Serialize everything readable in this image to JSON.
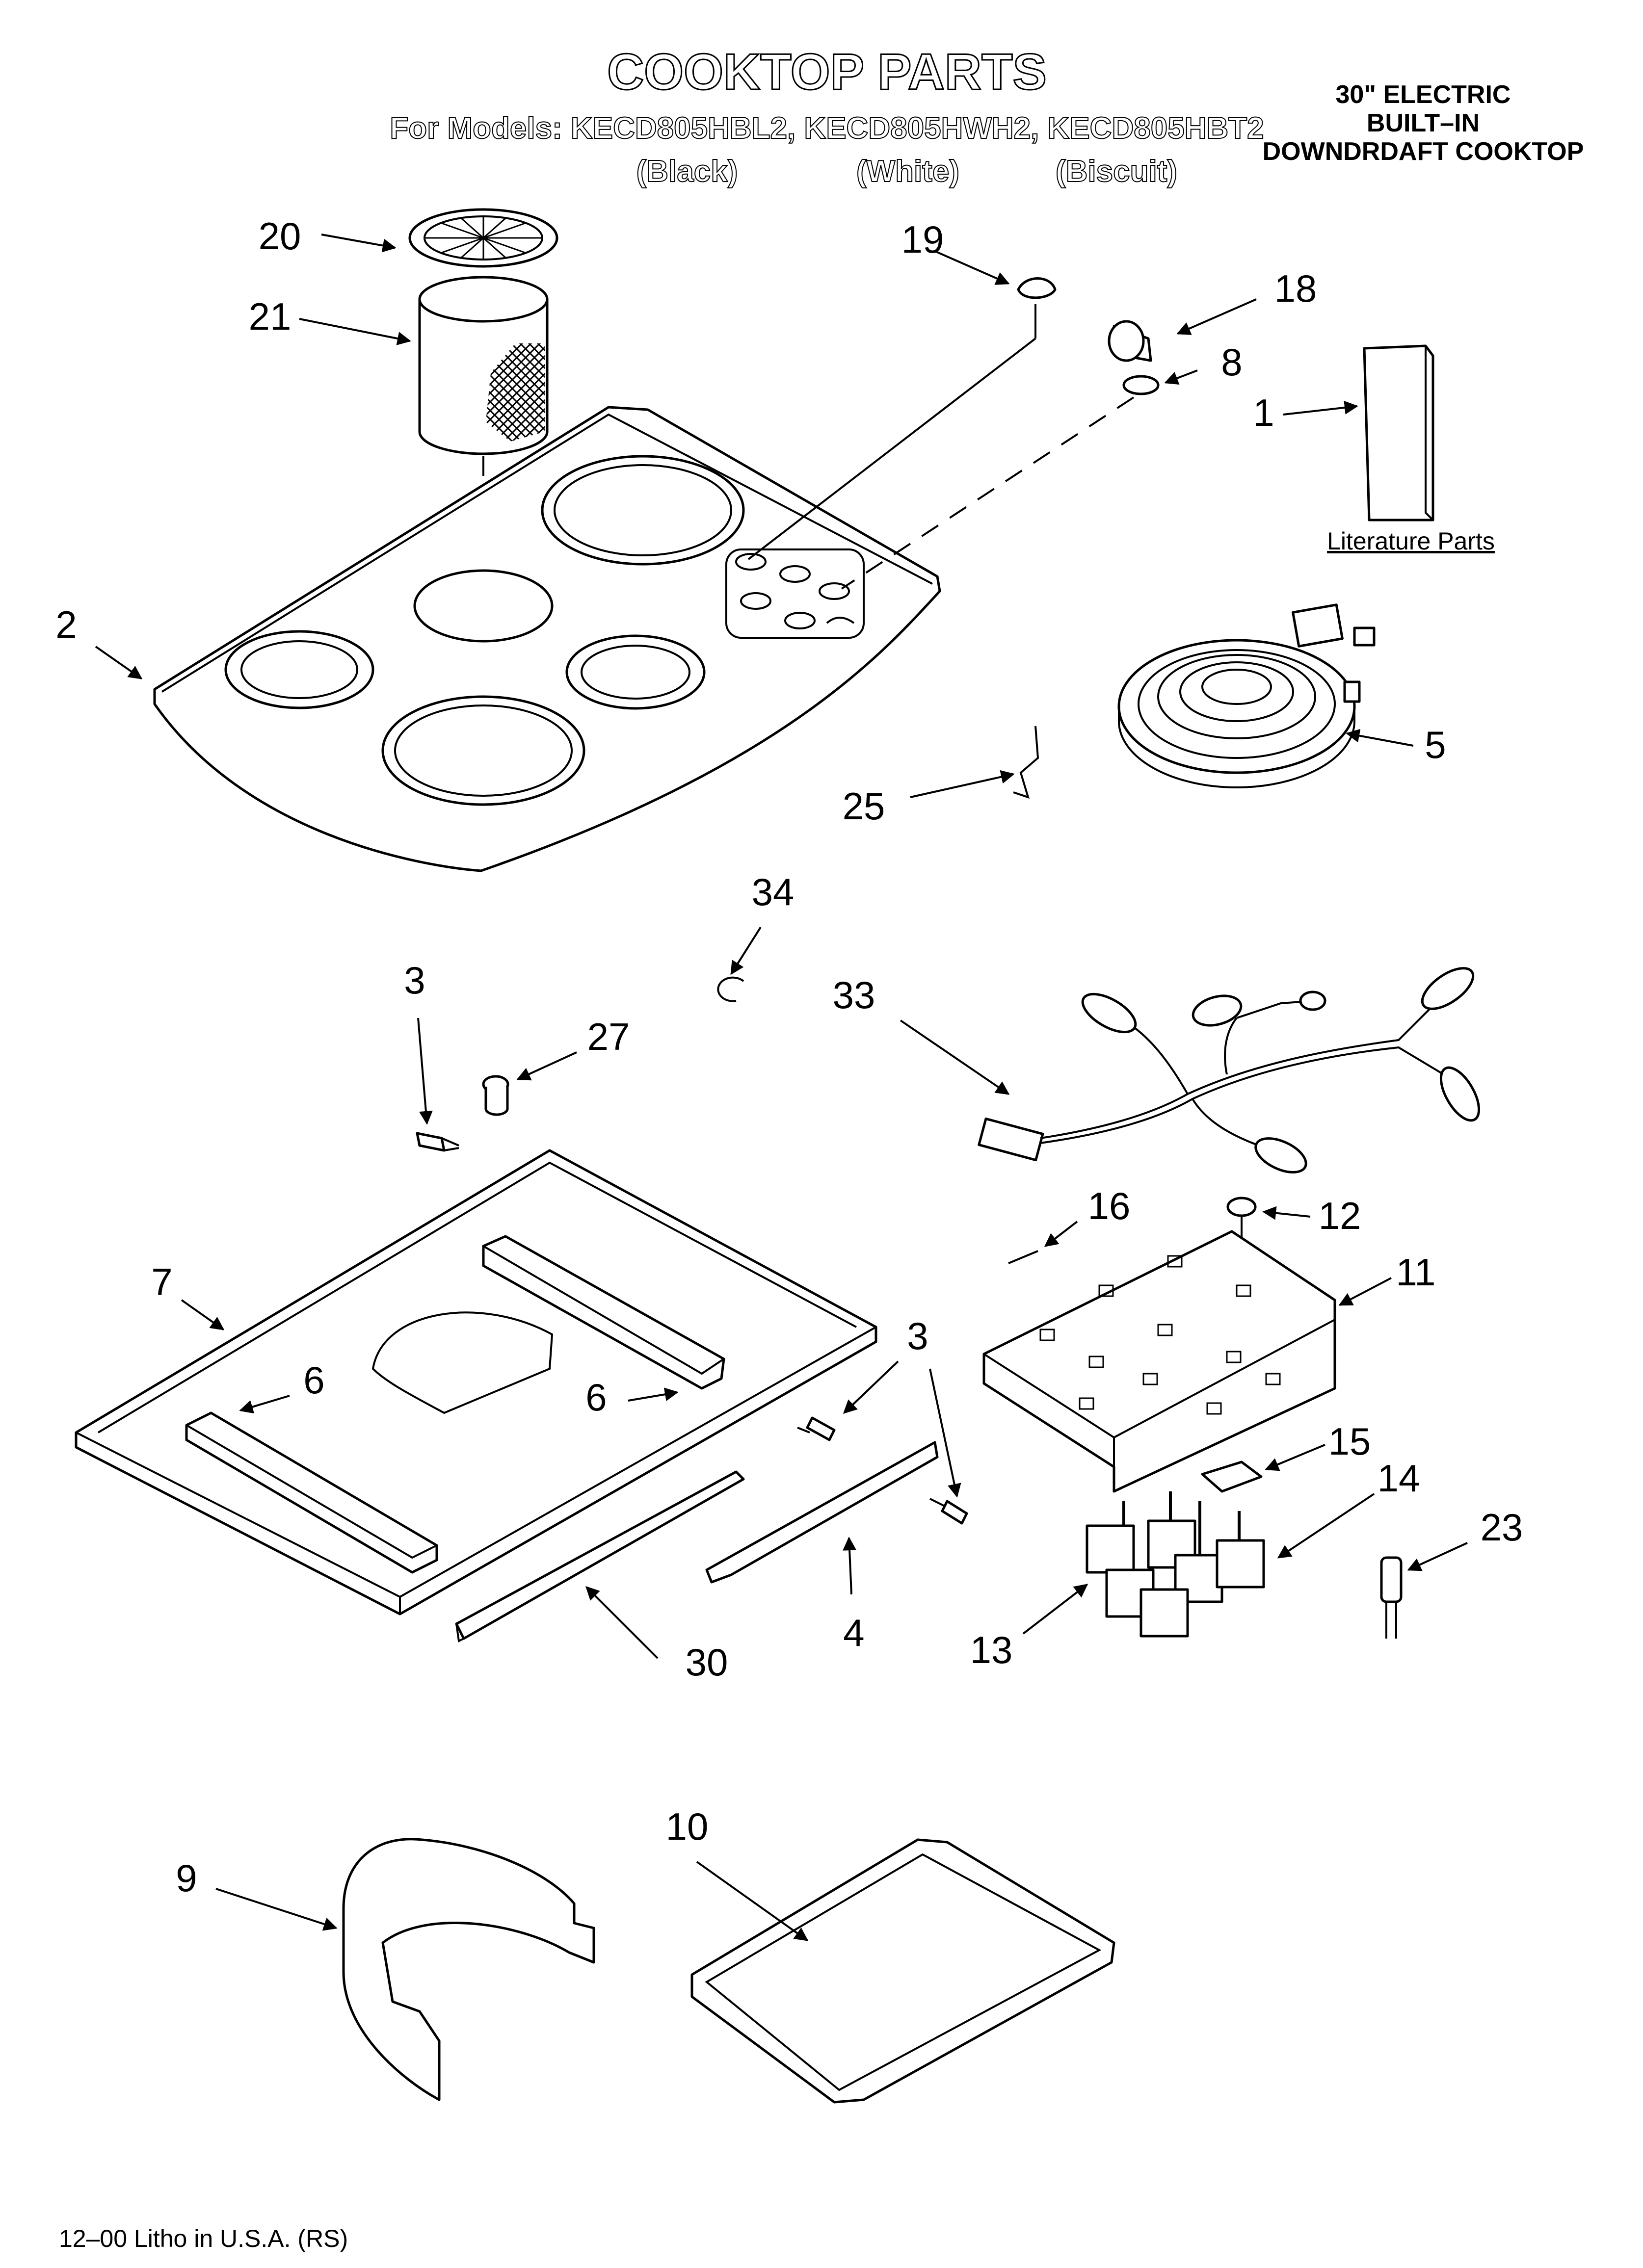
{
  "header": {
    "title": "COOKTOP PARTS",
    "models_line": "For Models: KECD805HBL2, KECD805HWH2, KECD805HBT2",
    "color_black": "(Black)",
    "color_white": "(White)",
    "color_biscuit": "(Biscuit)",
    "product_line1": "30\" ELECTRIC",
    "product_line2": "BUILT–IN",
    "product_line3": "DOWNDRDAFT COOKTOP"
  },
  "literature_label": "Literature Parts",
  "footer": "12–00 Litho in U.S.A. (RS)",
  "callouts": {
    "p1": "1",
    "p2": "2",
    "p3a": "3",
    "p3b": "3",
    "p3c": "3",
    "p4": "4",
    "p5": "5",
    "p6a": "6",
    "p6b": "6",
    "p7": "7",
    "p8": "8",
    "p9": "9",
    "p10": "10",
    "p11": "11",
    "p12": "12",
    "p13": "13",
    "p14": "14",
    "p15": "15",
    "p16": "16",
    "p18": "18",
    "p19": "19",
    "p20": "20",
    "p21": "21",
    "p23": "23",
    "p25": "25",
    "p27": "27",
    "p30": "30",
    "p33": "33",
    "p34": "34"
  }
}
